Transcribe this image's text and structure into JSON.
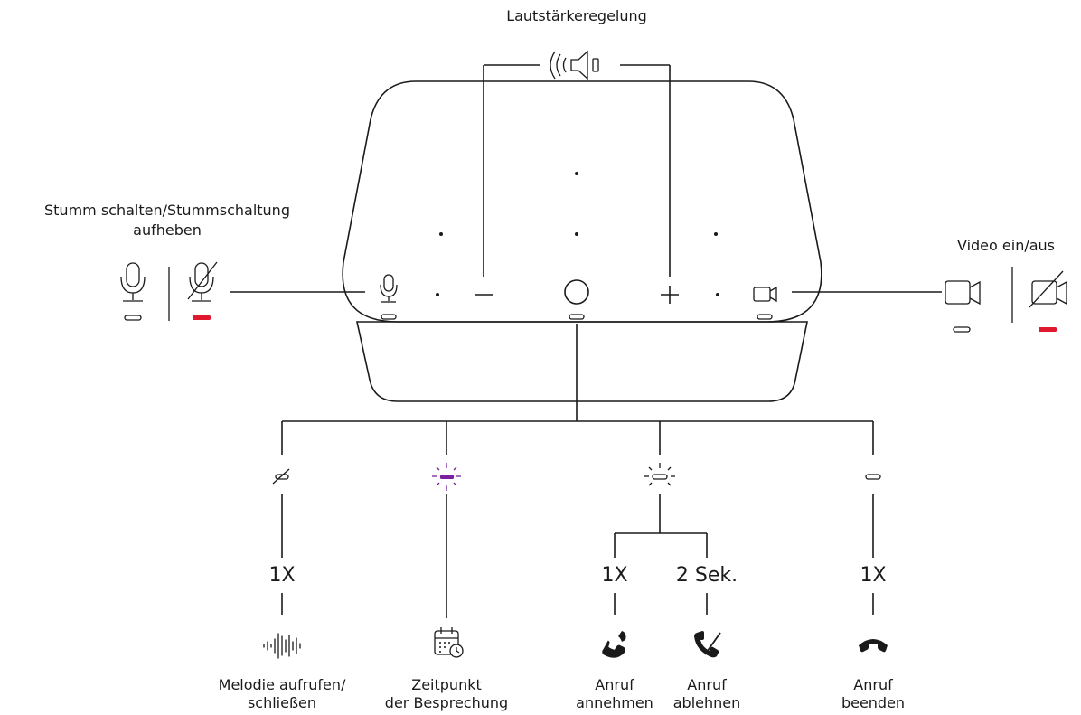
{
  "labels": {
    "volume": "Lautstärkeregelung",
    "mute_line1": "Stumm schalten/Stummschaltung",
    "mute_line2": "aufheben",
    "video": "Video ein/aus"
  },
  "actions": [
    {
      "count": "1X",
      "desc_line1": "Melodie aufrufen/",
      "desc_line2": "schließen",
      "icon": "waveform-icon"
    },
    {
      "count": "",
      "desc_line1": "Zeitpunkt",
      "desc_line2": "der Besprechung",
      "icon": "calendar-clock-icon"
    },
    {
      "count": "1X",
      "desc_line1": "Anruf",
      "desc_line2": "annehmen",
      "icon": "phone-answer-icon"
    },
    {
      "count": "2 Sek.",
      "desc_line1": "Anruf",
      "desc_line2": "ablehnen",
      "icon": "phone-decline-icon"
    },
    {
      "count": "1X",
      "desc_line1": "Anruf",
      "desc_line2": "beenden",
      "icon": "phone-hangup-icon"
    }
  ],
  "colors": {
    "accent_purple": "#7a1fa2",
    "mute_red": "#e0182d",
    "ink": "#1a1a1a"
  }
}
